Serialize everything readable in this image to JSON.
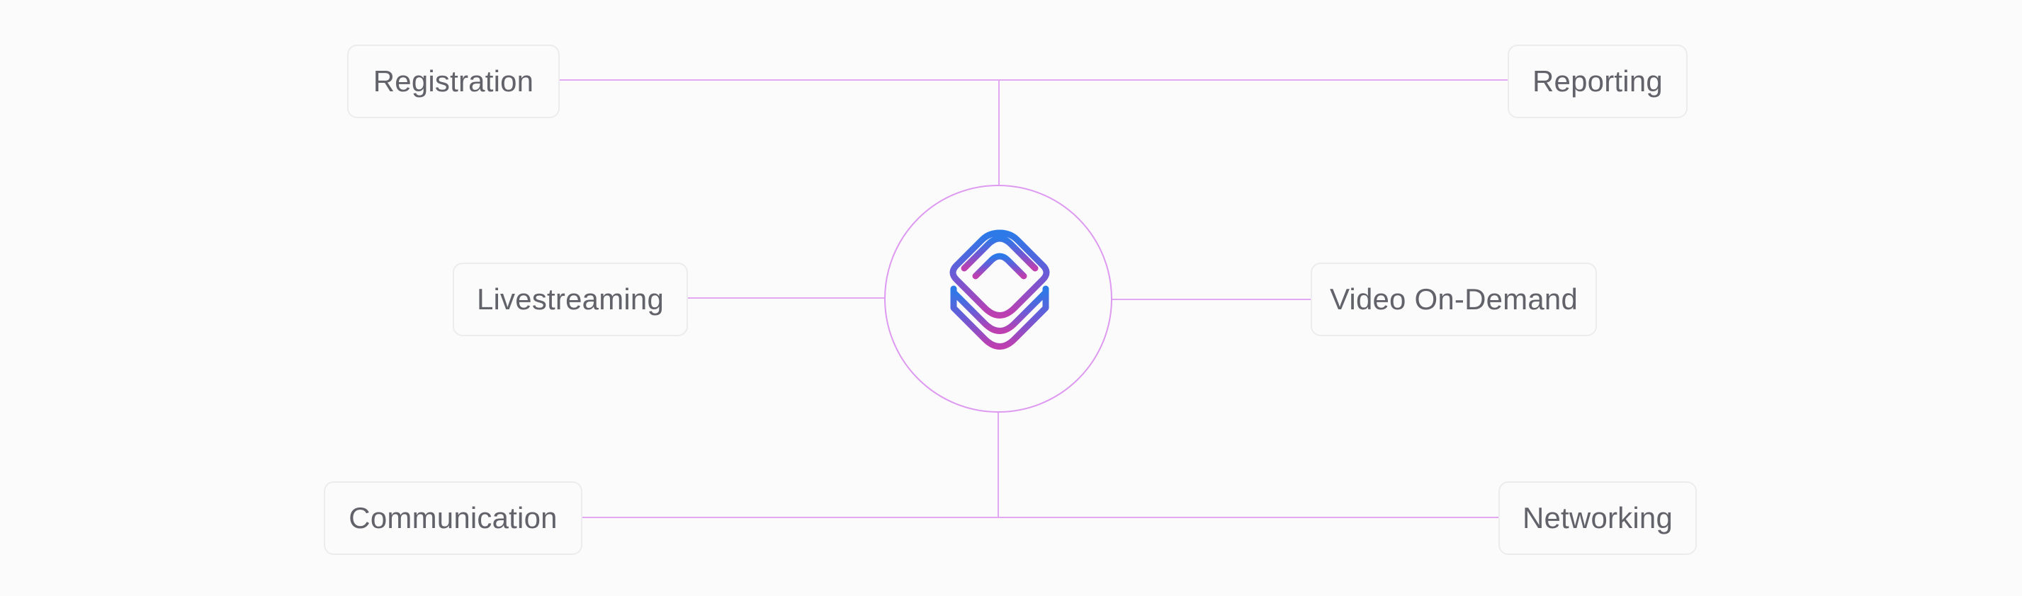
{
  "diagram": {
    "hub": {
      "icon": "layered-diamond-logo-icon",
      "gradient_colors": [
        "#2b7ae8",
        "#6a5bd6",
        "#be3fb0"
      ],
      "ring_color": "#dd9af0"
    },
    "nodes": {
      "registration": "Registration",
      "reporting": "Reporting",
      "livestreaming": "Livestreaming",
      "video_on_demand": "Video On-Demand",
      "communication": "Communication",
      "networking": "Networking"
    },
    "colors": {
      "connector": "#e3a8f2",
      "node_border": "#ececee",
      "node_text": "#62626a",
      "background": "#fcfbfc"
    }
  }
}
